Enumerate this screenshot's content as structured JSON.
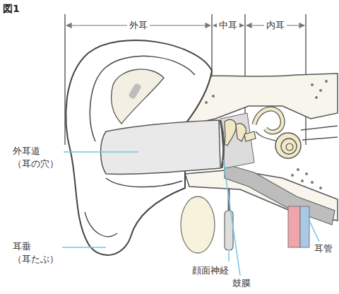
{
  "diagram": {
    "title": "図1",
    "labels": [
      "外耳",
      "中耳",
      "内耳",
      "外耳道 （耳の穴）",
      "耳垂 （耳たぶ）",
      "顔面神経",
      "鼓膜",
      "耳管"
    ]
  }
}
